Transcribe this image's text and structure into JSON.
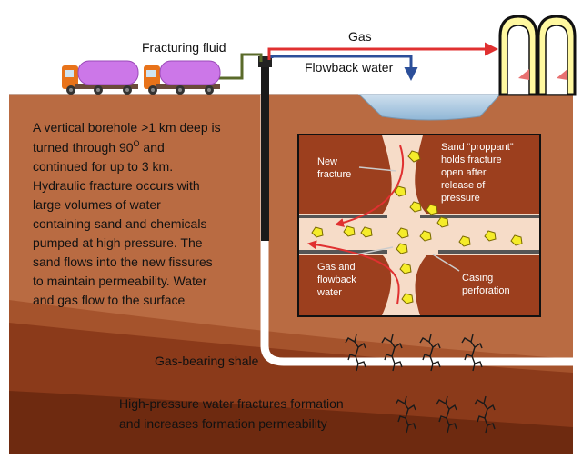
{
  "labels": {
    "fracturing_fluid": "Fracturing fluid",
    "gas": "Gas",
    "flowback_water": "Flowback water",
    "gas_bearing_shale": "Gas-bearing shale",
    "bottom_line1": "High-pressure water fractures formation",
    "bottom_line2": "and increases formation permeability"
  },
  "description_lines": [
    "A vertical borehole >1 km deep is",
    "turned through 90",
    "continued for up to 3 km.",
    "Hydraulic fracture occurs with",
    "large volumes of water",
    "containing sand  and chemicals",
    "pumped at high pressure. The",
    "sand flows into the new fissures",
    "to maintain permeability. Water",
    "and gas flow to the surface"
  ],
  "description_superscript": "O",
  "description_after_superscript": " and",
  "inset": {
    "new_fracture": [
      "New",
      "fracture"
    ],
    "proppant": [
      "Sand  “proppant”",
      "holds fracture",
      "open after",
      "release of",
      "pressure"
    ],
    "gas_and_flowback": [
      "Gas and",
      "flowback",
      "water"
    ],
    "casing_perforation": [
      "Casing",
      "perforation"
    ]
  },
  "colors": {
    "ground": "#b5673e",
    "shale": "#8b3a1a",
    "shale_dark": "#6e2a10",
    "inset_bg": "#9c3f1e",
    "sand": "#f6dcc8",
    "tanker": "#cc77e8",
    "truck_cab": "#e8731a",
    "gas_pipe": "#e03030",
    "water_pipe": "#3a5fa8",
    "fluid_pipe": "#5a6a2a",
    "proppant": "#f5ec2a"
  }
}
